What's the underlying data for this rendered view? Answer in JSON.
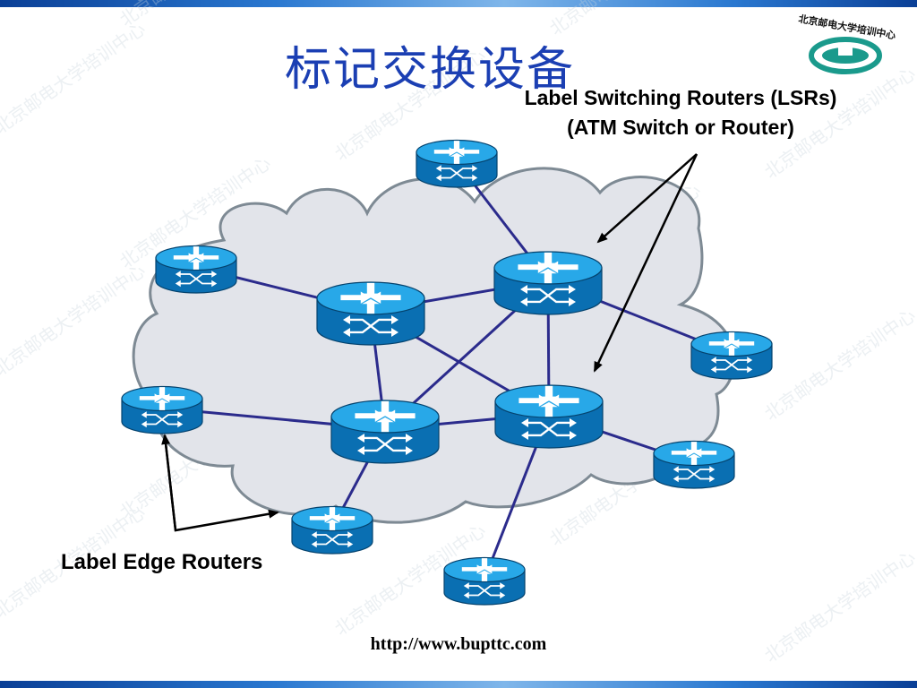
{
  "title": "标记交换设备",
  "lsr_label": {
    "line1": "Label Switching Routers (LSRs)",
    "line2": "(ATM Switch or Router)"
  },
  "ler_label": "Label Edge Routers",
  "footer_url": "http://www.bupttc.com",
  "logo": {
    "text": "北京邮电大学培训中心"
  },
  "colors": {
    "title": "#1b3fb3",
    "cloud_fill": "#e2e4ea",
    "cloud_stroke": "#7e8a94",
    "link": "#2b2b8c",
    "router_top": "#28a8e8",
    "router_side": "#0a6fb2",
    "bar": "#1f63c0"
  },
  "nodes": [
    {
      "id": "edge-top",
      "role": "edge"
    },
    {
      "id": "edge-left-upper",
      "role": "edge"
    },
    {
      "id": "edge-left-lower",
      "role": "edge"
    },
    {
      "id": "edge-bottom-left",
      "role": "edge"
    },
    {
      "id": "edge-bottom",
      "role": "edge"
    },
    {
      "id": "edge-right-upper",
      "role": "edge"
    },
    {
      "id": "edge-right-lower",
      "role": "edge"
    },
    {
      "id": "core-upper-right",
      "role": "core"
    },
    {
      "id": "core-upper-left",
      "role": "core"
    },
    {
      "id": "core-lower-left",
      "role": "core"
    },
    {
      "id": "core-lower-right",
      "role": "core"
    }
  ],
  "links": [
    [
      "edge-top",
      "core-upper-right"
    ],
    [
      "edge-left-upper",
      "core-upper-left"
    ],
    [
      "core-upper-left",
      "core-upper-right"
    ],
    [
      "core-upper-right",
      "edge-right-upper"
    ],
    [
      "core-upper-right",
      "core-lower-left"
    ],
    [
      "core-upper-right",
      "core-lower-right"
    ],
    [
      "core-upper-left",
      "core-lower-left"
    ],
    [
      "core-upper-left",
      "core-lower-right"
    ],
    [
      "edge-left-lower",
      "core-lower-left"
    ],
    [
      "core-lower-left",
      "core-lower-right"
    ],
    [
      "core-lower-right",
      "edge-right-lower"
    ],
    [
      "core-lower-left",
      "edge-bottom-left"
    ],
    [
      "core-lower-right",
      "edge-bottom"
    ]
  ]
}
